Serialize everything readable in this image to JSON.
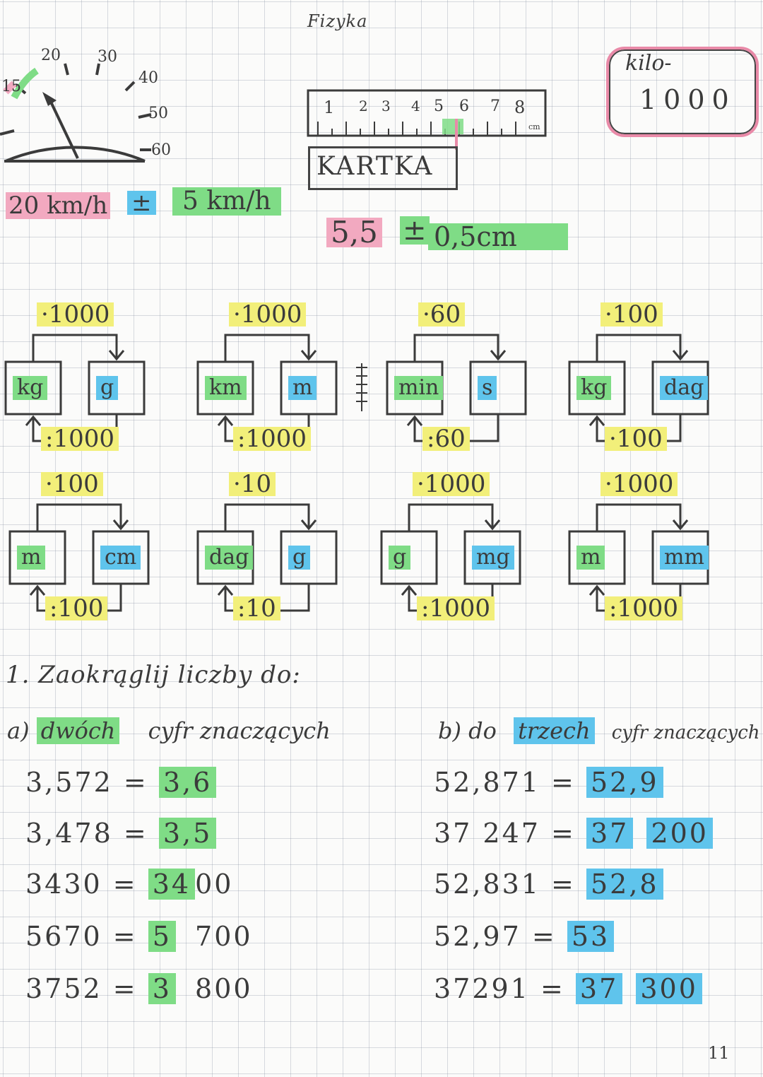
{
  "page": {
    "title": "Fizyka",
    "page_number": "11"
  },
  "kilo": {
    "prefix": "kilo-",
    "value": "1000"
  },
  "speedometer": {
    "ticks": [
      "15",
      "20",
      "30",
      "40",
      "50",
      "60"
    ],
    "reading": "20 km/h",
    "plus_minus": "±",
    "uncertainty": "5 km/h"
  },
  "ruler": {
    "numbers": [
      "1",
      "2",
      "3",
      "4",
      "5",
      "6",
      "7",
      "8"
    ],
    "unit": "cm",
    "object_label": "KARTKA",
    "measurement": "5,5",
    "plus_minus": "±",
    "uncertainty": "0,5cm"
  },
  "conversions": [
    {
      "from": "kg",
      "to": "g",
      "multiply": "·1000",
      "divide": ":1000",
      "from_color": "green",
      "to_color": "blue"
    },
    {
      "from": "km",
      "to": "m",
      "multiply": "·1000",
      "divide": ":1000",
      "from_color": "green",
      "to_color": "blue"
    },
    {
      "from": "min",
      "to": "s",
      "multiply": "·60",
      "divide": ":60",
      "from_color": "green",
      "to_color": "blue"
    },
    {
      "from": "kg",
      "to": "dag",
      "multiply": "·100",
      "divide": "·100",
      "from_color": "green",
      "to_color": "blue"
    },
    {
      "from": "m",
      "to": "cm",
      "multiply": "·100",
      "divide": ":100",
      "from_color": "green",
      "to_color": "blue"
    },
    {
      "from": "dag",
      "to": "g",
      "multiply": "·10",
      "divide": ":10",
      "from_color": "green",
      "to_color": "blue"
    },
    {
      "from": "g",
      "to": "mg",
      "multiply": "·1000",
      "divide": ":1000",
      "from_color": "green",
      "to_color": "blue"
    },
    {
      "from": "m",
      "to": "mm",
      "multiply": "·1000",
      "divide": ":1000",
      "from_color": "green",
      "to_color": "blue"
    }
  ],
  "exercise": {
    "title": "1. Zaokrąglij liczby do:",
    "part_a": {
      "heading_prefix": "a)",
      "heading_highlight": "dwóch",
      "heading_suffix": "cyfr znaczących",
      "rows": [
        {
          "lhs": "3,572 =",
          "result": "3,6"
        },
        {
          "lhs": "3,478 =",
          "result": "3,5"
        },
        {
          "lhs": "3430 =",
          "result_hl": "34",
          "result_rest": "00"
        },
        {
          "lhs": "5670 =",
          "result_hl": "5",
          "result_rest": "700"
        },
        {
          "lhs": "3752 =",
          "result_hl": "3",
          "result_rest": "800"
        }
      ]
    },
    "part_b": {
      "heading_prefix": "b) do",
      "heading_highlight": "trzech",
      "heading_suffix": "cyfr znaczących",
      "rows": [
        {
          "lhs": "52,871 =",
          "result": "52,9"
        },
        {
          "lhs": "37 247 =",
          "result_hl": "37",
          "result_rest": "200"
        },
        {
          "lhs": "52,831 =",
          "result": "52,8"
        },
        {
          "lhs": "52,97 =",
          "result": "53"
        },
        {
          "lhs": "37291 =",
          "result_hl": "37",
          "result_rest": "300"
        }
      ]
    }
  },
  "colors": {
    "green": "#7fdc86",
    "blue": "#5fc4ec",
    "yellow": "#f2ef7a",
    "pink": "#f2a9c0",
    "ink": "#3b3b3b"
  }
}
